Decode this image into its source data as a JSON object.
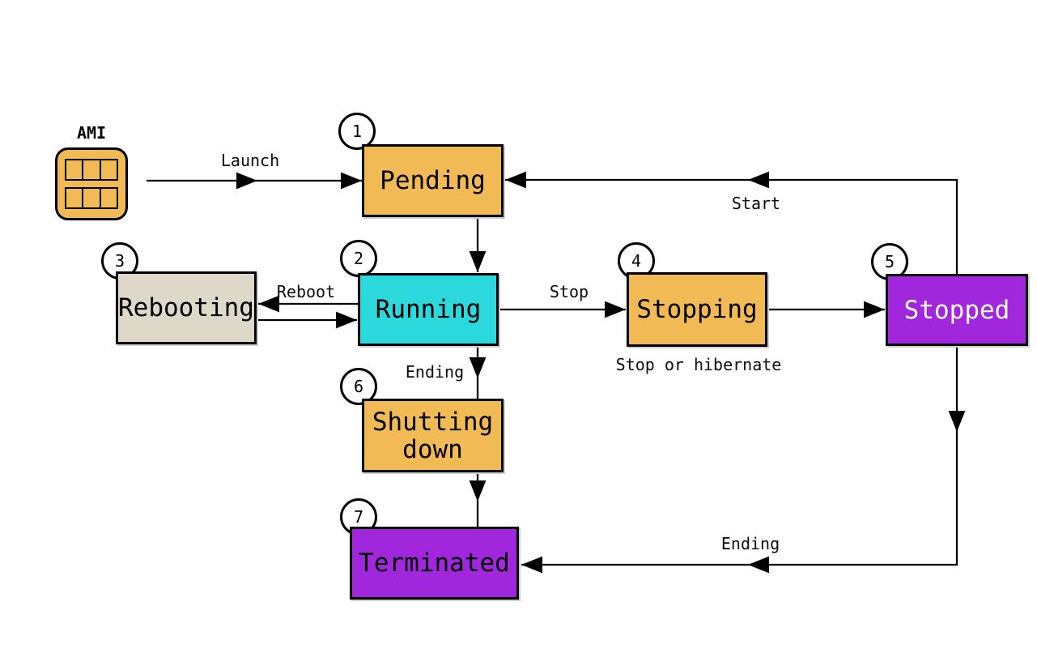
{
  "ami": {
    "label": "AMI",
    "icon": "ami-grid-icon"
  },
  "nodes": [
    {
      "id": "pending",
      "number": "1",
      "label": "Pending",
      "fill": "#F1BA55",
      "text_color": "#000000"
    },
    {
      "id": "running",
      "number": "2",
      "label": "Running",
      "fill": "#2BD8DB",
      "text_color": "#000000"
    },
    {
      "id": "rebooting",
      "number": "3",
      "label": "Rebooting",
      "fill": "#DED8C9",
      "text_color": "#000000"
    },
    {
      "id": "stopping",
      "number": "4",
      "label": "Stopping",
      "fill": "#F1BA55",
      "text_color": "#000000"
    },
    {
      "id": "stopped",
      "number": "5",
      "label": "Stopped",
      "fill": "#A127DC",
      "text_color": "#FFFFFF"
    },
    {
      "id": "shutting-down",
      "number": "6",
      "label": "Shutting down",
      "fill": "#F1BA55",
      "text_color": "#000000"
    },
    {
      "id": "terminated",
      "number": "7",
      "label": "Terminated",
      "fill": "#A127DC",
      "text_color": "#000000"
    }
  ],
  "edge_labels": {
    "launch": "Launch",
    "start": "Start",
    "reboot": "Reboot",
    "stop": "Stop",
    "stop_or_hibernate": "Stop or hibernate",
    "ending_to_shutting_down": "Ending",
    "ending_to_terminated": "Ending"
  },
  "colors": {
    "background": "#FFFFFF",
    "line": "#000000",
    "state_orange": "#F1BA55",
    "state_cyan": "#2BD8DB",
    "state_beige": "#DED8C9",
    "state_purple": "#A127DC",
    "badge_fill": "#FFFFFF",
    "badge_border": "#000000"
  }
}
